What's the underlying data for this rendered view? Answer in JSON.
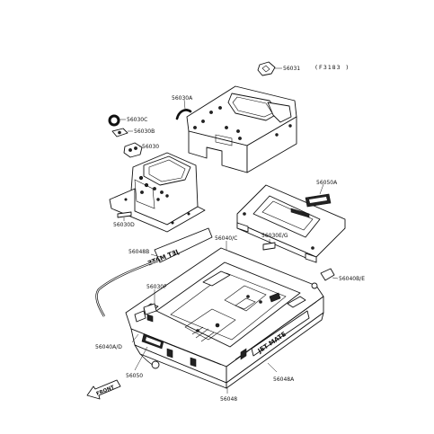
{
  "diagram_code": "(F3183 )",
  "labels": {
    "p56031": "56031",
    "p56030A": "56030A",
    "p56030C": "56030C",
    "p56030B": "56030B",
    "p56030": "56030",
    "p56030D": "56030D",
    "p56050A": "56050A",
    "p56030EG": "56030E/G",
    "p56040C": "56040/C",
    "p56048B": "56048B",
    "p56040BE": "56040B/E",
    "p56030F": "56030F",
    "p56040AD": "56040A/D",
    "p56050": "56050",
    "p56048": "56048",
    "p56048A": "56048A"
  },
  "decals": {
    "jet_mate_side": "JET MATE",
    "jet_mate_strip": "JET MATE",
    "front_arrow": "FRONT"
  }
}
